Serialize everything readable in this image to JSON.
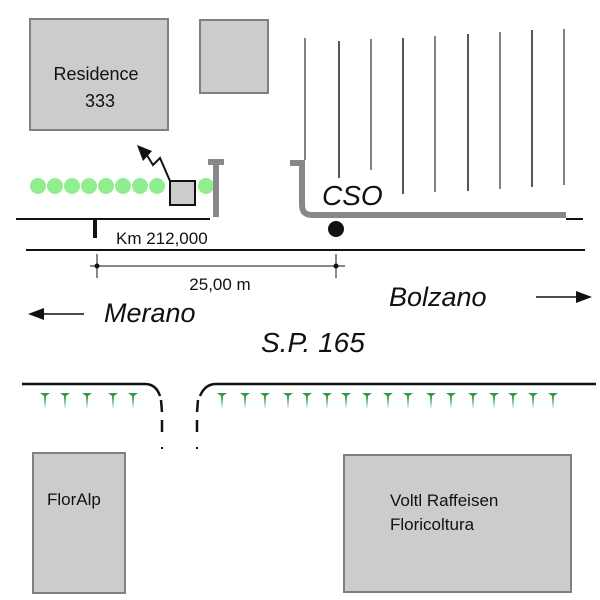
{
  "colors": {
    "building_fill": "#cccccc",
    "building_edge": "#808080",
    "hedge": "#90ee90",
    "tree": "#2e9a4a",
    "road_line": "#111111",
    "ditch": "#888888"
  },
  "buildings": [
    {
      "id": "residence",
      "label_lines": [
        "Residence",
        "333"
      ]
    },
    {
      "id": "small-building",
      "label_lines": []
    },
    {
      "id": "floralp",
      "label_lines": [
        "FlorAlp"
      ]
    },
    {
      "id": "voltl",
      "label_lines": [
        "Voltl Raffeisen",
        "Floricoltura"
      ]
    }
  ],
  "labels": {
    "cso": "CSO",
    "km": "Km 212,000",
    "distance": "25,00 m",
    "merano": "Merano",
    "bolzano": "Bolzano",
    "road_name": "S.P. 165"
  },
  "icons": {
    "merano_arrow": "arrow-left-icon",
    "bolzano_arrow": "arrow-right-icon",
    "discharge": "zigzag-arrow-icon",
    "cso_point": "point-marker-icon"
  }
}
